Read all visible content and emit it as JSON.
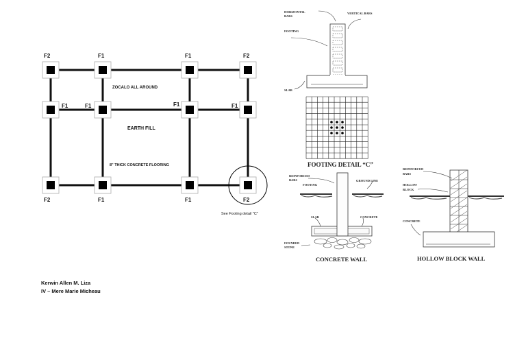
{
  "floor_plan": {
    "footing_labels_top": [
      "F2",
      "F1",
      "F1",
      "F2"
    ],
    "footing_labels_middle": [
      "F1",
      "F1",
      "F1",
      "F1"
    ],
    "footing_labels_bottom": [
      "F2",
      "F1",
      "F1",
      "F2"
    ],
    "zocalo": "ZOCALO ALL AROUND",
    "earth_fill": "EARTH FILL",
    "flooring": "8\" THICK CONCRETE FLOORING",
    "see_detail": "See Footing detail \"C\""
  },
  "column_detail": {
    "horizontal_bars": [
      "HORIZONTAL",
      "BARS"
    ],
    "vertical_bars": "VERTICAL BARS",
    "footing": "FOOTING",
    "slab": "SLAB"
  },
  "footing_detail": {
    "title": "FOOTING DETAIL “C”"
  },
  "concrete_wall": {
    "reinforced_bars": [
      "REINFORCED",
      "BARS"
    ],
    "footing": "FOOTING",
    "ground_line": "GROUND LINE",
    "slab": "SLAB",
    "concrete": "CONCRETE",
    "founded_stone": [
      "FOUNDED",
      "STONE"
    ],
    "title": "CONCRETE WALL"
  },
  "hollow_block_wall": {
    "reinforced_bars": [
      "REINFORCED",
      "BARS"
    ],
    "hollow_block": [
      "HOLLOW",
      "BLOCK"
    ],
    "concrete": "CONCRETE",
    "title": "HOLLOW BLOCK WALL"
  },
  "author": {
    "name": "Kerwin Allen M. Liza",
    "section": "IV – Mere Marie Micheau"
  }
}
